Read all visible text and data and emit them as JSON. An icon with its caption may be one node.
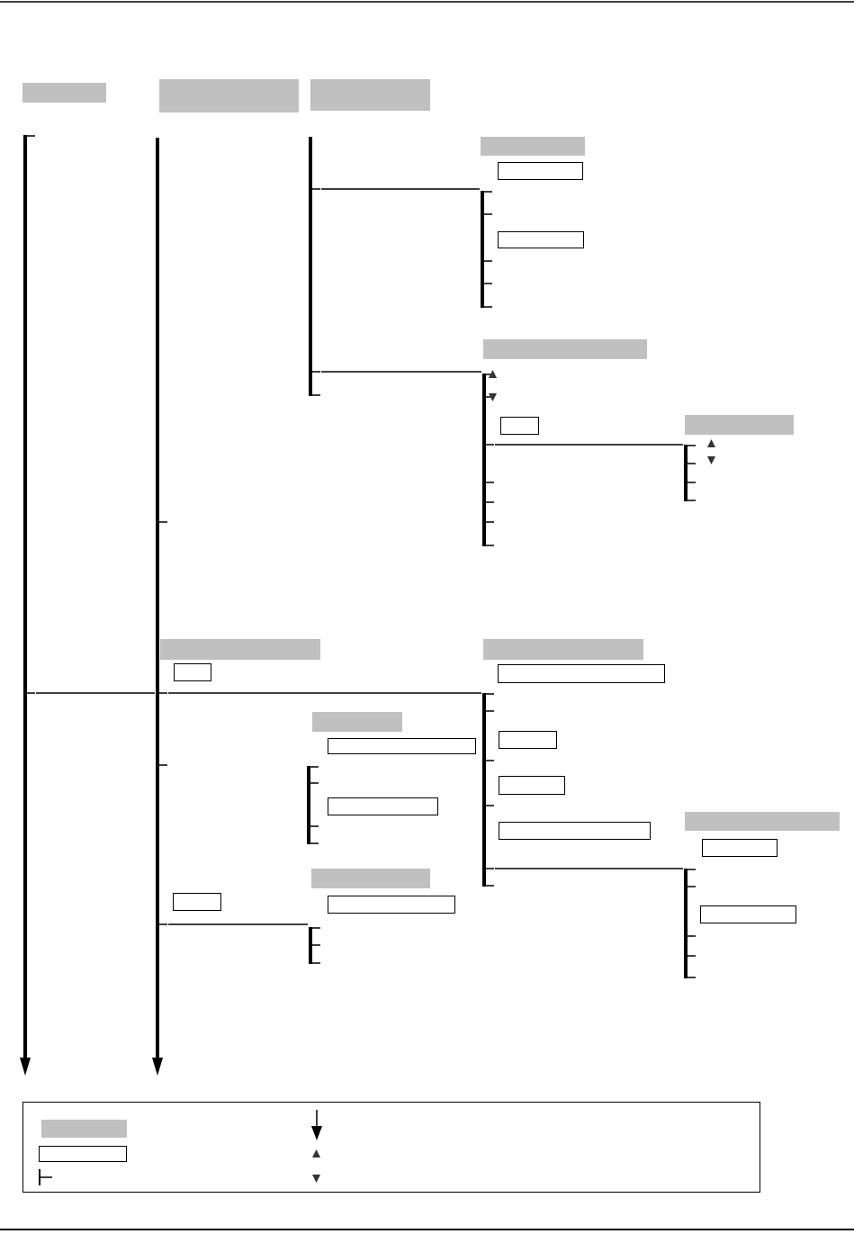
{
  "diagram": {
    "nodes": [
      {
        "text": [],
        "shape": "bar"
      },
      {
        "text": [],
        "shape": "bar"
      },
      {
        "text": [],
        "shape": "bar"
      },
      {
        "text": [],
        "shape": "bracket"
      },
      {
        "text": [],
        "shape": "bracket"
      },
      {
        "text": [],
        "shape": "bracket"
      },
      {
        "text": [],
        "shape": "bar"
      },
      {
        "text": [],
        "shape": "box"
      },
      {
        "text": [],
        "shape": "bracket"
      },
      {
        "text": [],
        "shape": "box"
      },
      {
        "text": [],
        "shape": "bar"
      },
      {
        "text": [],
        "shape": "bracket"
      },
      {
        "text": [],
        "shape": "triangle"
      },
      {
        "text": [],
        "shape": "triangle"
      },
      {
        "text": [],
        "shape": "box"
      },
      {
        "text": [],
        "shape": "bar"
      },
      {
        "text": [],
        "shape": "bracket"
      },
      {
        "text": [],
        "shape": "triangle"
      },
      {
        "text": [],
        "shape": "triangle"
      },
      {
        "text": [],
        "shape": "bar"
      },
      {
        "text": [],
        "shape": "box"
      },
      {
        "text": [],
        "shape": "bar"
      },
      {
        "text": [],
        "shape": "box"
      },
      {
        "text": [],
        "shape": "bracket"
      },
      {
        "text": [],
        "shape": "bar"
      },
      {
        "text": [],
        "shape": "box"
      },
      {
        "text": [],
        "shape": "box"
      },
      {
        "text": [],
        "shape": "bracket"
      },
      {
        "text": [],
        "shape": "box"
      },
      {
        "text": [],
        "shape": "box"
      },
      {
        "text": [],
        "shape": "box"
      },
      {
        "text": [],
        "shape": "bar"
      },
      {
        "text": [],
        "shape": "box"
      },
      {
        "text": [],
        "shape": "bracket"
      },
      {
        "text": [],
        "shape": "box"
      },
      {
        "text": [],
        "shape": "bar"
      },
      {
        "text": [],
        "shape": "box"
      },
      {
        "text": [],
        "shape": "box"
      },
      {
        "text": [],
        "shape": "bracket"
      },
      {
        "text": [],
        "shape": "box"
      },
      {
        "text": [],
        "shape": "bar",
        "in": 39
      },
      {
        "text": [],
        "shape": "box",
        "in": 39
      },
      {
        "text": [],
        "shape": "bracket",
        "in": 39
      },
      {
        "text": [],
        "shape": "arrow",
        "in": 39
      },
      {
        "text": [],
        "shape": "triangle",
        "in": 39
      },
      {
        "text": [],
        "shape": "triangle",
        "in": 39
      }
    ],
    "edges": [
      {
        "from": 3,
        "to": 4,
        "arrow": "none"
      },
      {
        "from": 4,
        "to": 23,
        "arrow": "none"
      },
      {
        "from": 4,
        "to": 38,
        "arrow": "none"
      },
      {
        "from": 5,
        "to": 8,
        "arrow": "none"
      },
      {
        "from": 5,
        "to": 11,
        "arrow": "none"
      },
      {
        "from": 11,
        "to": 16,
        "arrow": "none"
      },
      {
        "from": 23,
        "to": 33,
        "arrow": "none"
      }
    ]
  }
}
